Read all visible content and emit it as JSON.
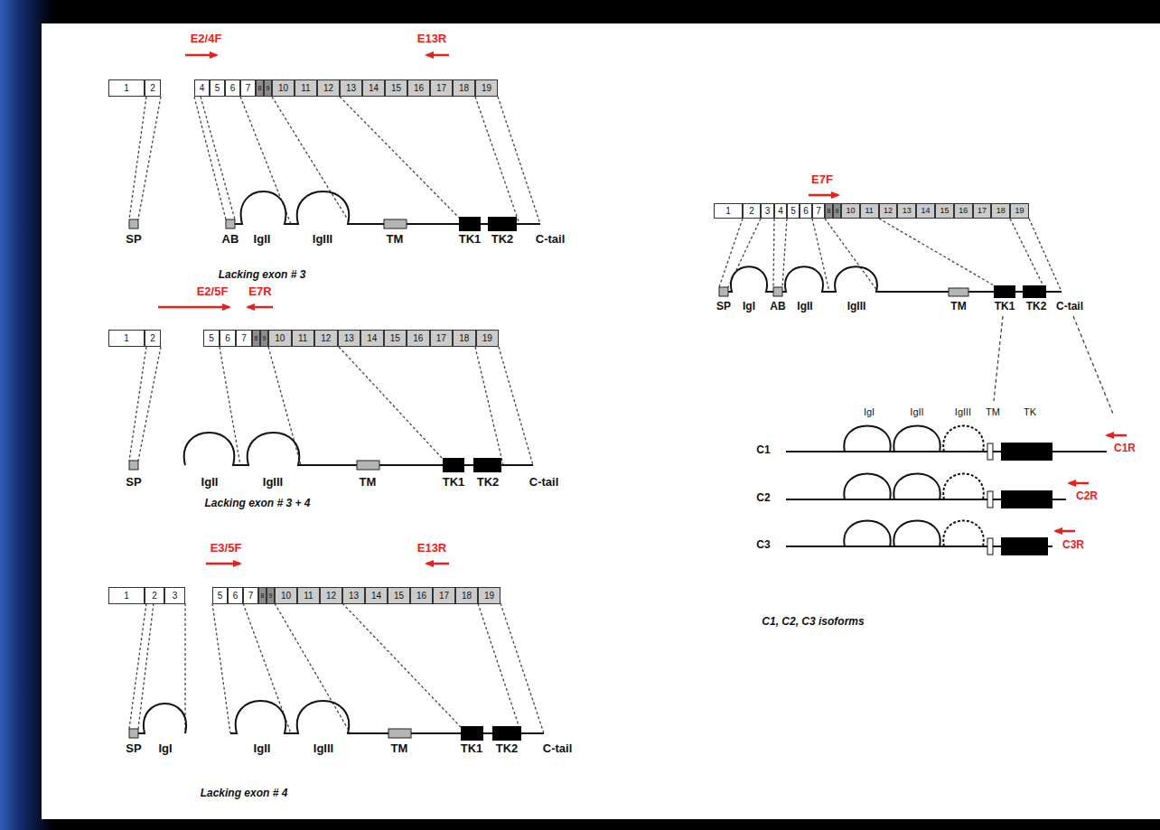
{
  "diagram": {
    "nodes": [
      {
        "text": [
          "1"
        ]
      },
      {
        "text": [
          "2"
        ]
      },
      {
        "text": [
          "4"
        ]
      },
      {
        "text": [
          "5"
        ]
      },
      {
        "text": [
          "6"
        ]
      },
      {
        "text": [
          "7"
        ]
      },
      {
        "text": [
          "8"
        ]
      },
      {
        "text": [
          "9"
        ]
      },
      {
        "text": [
          "10"
        ]
      },
      {
        "text": [
          "11"
        ]
      },
      {
        "text": [
          "12"
        ]
      },
      {
        "text": [
          "13"
        ]
      },
      {
        "text": [
          "14"
        ]
      },
      {
        "text": [
          "15"
        ]
      },
      {
        "text": [
          "16"
        ]
      },
      {
        "text": [
          "17"
        ]
      },
      {
        "text": [
          "18"
        ]
      },
      {
        "text": [
          "19"
        ]
      },
      {
        "text": [
          "1"
        ]
      },
      {
        "text": [
          "2"
        ]
      },
      {
        "text": [
          "5"
        ]
      },
      {
        "text": [
          "6"
        ]
      },
      {
        "text": [
          "7"
        ]
      },
      {
        "text": [
          "8"
        ]
      },
      {
        "text": [
          "9"
        ]
      },
      {
        "text": [
          "10"
        ]
      },
      {
        "text": [
          "11"
        ]
      },
      {
        "text": [
          "12"
        ]
      },
      {
        "text": [
          "13"
        ]
      },
      {
        "text": [
          "14"
        ]
      },
      {
        "text": [
          "15"
        ]
      },
      {
        "text": [
          "16"
        ]
      },
      {
        "text": [
          "17"
        ]
      },
      {
        "text": [
          "18"
        ]
      },
      {
        "text": [
          "19"
        ]
      },
      {
        "text": [
          "1"
        ]
      },
      {
        "text": [
          "2"
        ]
      },
      {
        "text": [
          "3"
        ]
      },
      {
        "text": [
          "5"
        ]
      },
      {
        "text": [
          "6"
        ]
      },
      {
        "text": [
          "7"
        ]
      },
      {
        "text": [
          "8"
        ]
      },
      {
        "text": [
          "9"
        ]
      },
      {
        "text": [
          "10"
        ]
      },
      {
        "text": [
          "11"
        ]
      },
      {
        "text": [
          "12"
        ]
      },
      {
        "text": [
          "13"
        ]
      },
      {
        "text": [
          "14"
        ]
      },
      {
        "text": [
          "15"
        ]
      },
      {
        "text": [
          "16"
        ]
      },
      {
        "text": [
          "17"
        ]
      },
      {
        "text": [
          "18"
        ]
      },
      {
        "text": [
          "19"
        ]
      },
      {
        "text": [
          "1"
        ]
      },
      {
        "text": [
          "2"
        ]
      },
      {
        "text": [
          "3"
        ]
      },
      {
        "text": [
          "4"
        ]
      },
      {
        "text": [
          "5"
        ]
      },
      {
        "text": [
          "6"
        ]
      },
      {
        "text": [
          "7"
        ]
      },
      {
        "text": [
          "8"
        ]
      },
      {
        "text": [
          "9"
        ]
      },
      {
        "text": [
          "10"
        ]
      },
      {
        "text": [
          "11"
        ]
      },
      {
        "text": [
          "12"
        ]
      },
      {
        "text": [
          "13"
        ]
      },
      {
        "text": [
          "14"
        ]
      },
      {
        "text": [
          "15"
        ]
      },
      {
        "text": [
          "16"
        ]
      },
      {
        "text": [
          "17"
        ]
      },
      {
        "text": [
          "18"
        ]
      },
      {
        "text": [
          "19"
        ]
      }
    ],
    "labels": [
      "E2/4F",
      "E13R",
      "SP",
      "AB",
      "IgII",
      "IgIII",
      "TM",
      "TK1",
      "TK2",
      "C-tail",
      "Lacking exon # 3",
      "E2/5F",
      "E7R",
      "SP",
      "IgII",
      "IgIII",
      "TM",
      "TK1",
      "TK2",
      "C-tail",
      "Lacking exon # 3 + 4",
      "E3/5F",
      "E13R",
      "SP",
      "IgI",
      "IgII",
      "IgIII",
      "TM",
      "TK1",
      "TK2",
      "C-tail",
      "Lacking exon # 4",
      "E7F",
      "SP",
      "IgI",
      "AB",
      "IgII",
      "IgIII",
      "TM",
      "TK1",
      "TK2",
      "C-tail",
      "IgI",
      "IgII",
      "IgIII",
      "TM",
      "TK",
      "C1",
      "C2",
      "C3",
      "C1R",
      "C2R",
      "C3R",
      "C1, C2, C3 isoforms"
    ]
  }
}
